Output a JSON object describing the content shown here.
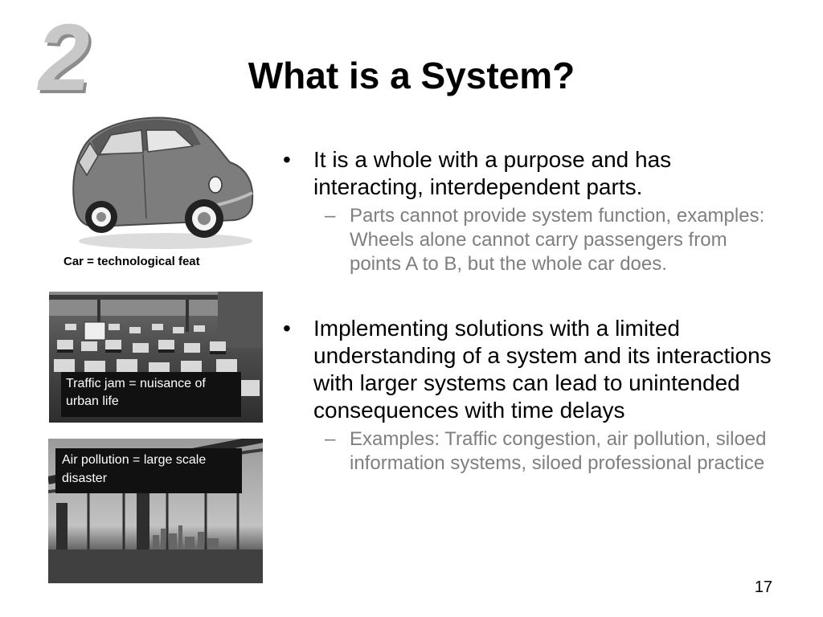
{
  "slide": {
    "badge_number": "2",
    "title": "What is a System?",
    "page_number": "17"
  },
  "images": {
    "car_caption": "Car = technological feat",
    "traffic_caption": "Traffic jam = nuisance of urban life",
    "pollution_caption": "Air pollution = large scale disaster"
  },
  "bullets": [
    {
      "text": "It is a whole with a purpose and has interacting, interdependent parts.",
      "sub": "Parts cannot provide system function, examples: Wheels alone cannot carry passengers from points A to B, but the whole car does."
    },
    {
      "text": "Implementing solutions with a limited understanding of a system and its interactions with larger systems can lead to unintended consequences with time delays",
      "sub": "Examples: Traffic congestion, air pollution, siloed information systems, siloed professional practice"
    }
  ],
  "markers": {
    "bullet": "•",
    "dash": "–"
  },
  "colors": {
    "badge_fill": "#c8c8c8",
    "badge_shadow": "#8c8c8c",
    "sub_text": "#7f7f7f",
    "caption_bg": "#111111"
  },
  "icons": {
    "car": "car-photo",
    "traffic": "traffic-jam-photo",
    "bridge": "bridge-smog-photo"
  }
}
